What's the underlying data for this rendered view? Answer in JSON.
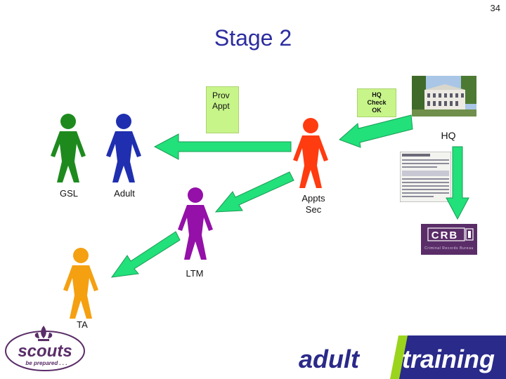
{
  "page_number": "34",
  "title": "Stage 2",
  "notes": {
    "prov_line1": "Prov",
    "prov_line2": "Appt",
    "hq_line1": "HQ",
    "hq_line2": "Check",
    "hq_line3": "OK"
  },
  "roles": {
    "gsl": "GSL",
    "adult": "Adult",
    "appts_line1": "Appts",
    "appts_line2": "Sec",
    "ltm": "LTM",
    "ta": "TA",
    "hq": "HQ"
  },
  "crb": {
    "logo_text": "CRB",
    "subtitle": "Criminal Records Bureau"
  },
  "footer": {
    "scouts_word": "scouts",
    "scouts_tagline": "be prepared . . .",
    "adult_word": "adult",
    "training_word": "training"
  },
  "colors": {
    "green_figure": "#1e8a1e",
    "blue_figure": "#1f2fb0",
    "red_figure": "#ff3b10",
    "purple_figure": "#9410a8",
    "orange_figure": "#f5a011",
    "arrow": "#22e07a",
    "note_fill": "#c8f58a",
    "title": "#2c2ca0",
    "footer_band": "#2a2a8a",
    "footer_accent": "#9ad41d"
  }
}
